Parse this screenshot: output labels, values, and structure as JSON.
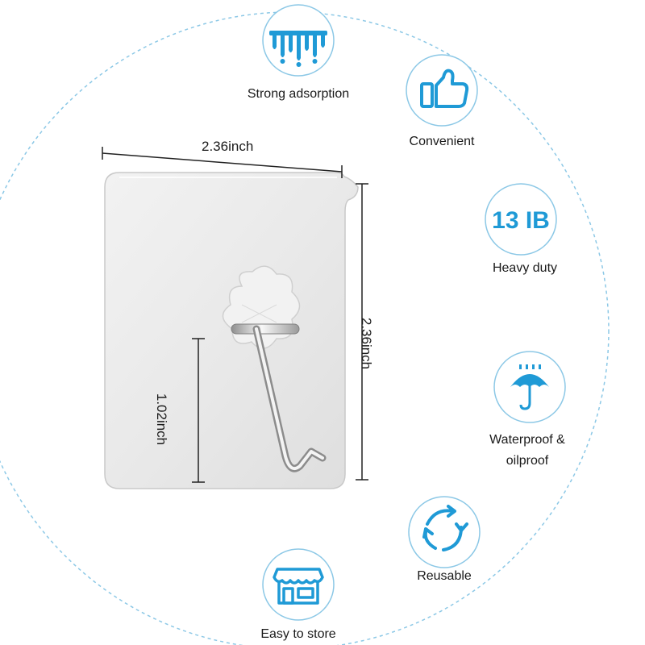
{
  "colors": {
    "accent": "#1f9ad6",
    "dashed_ring": "#8cc8e6",
    "dimension_line": "#222222",
    "hook_plate": "#e6e6e6"
  },
  "dimensions": {
    "width": "2.36inch",
    "height": "2.36inch",
    "hook": "1.02inch"
  },
  "features": [
    {
      "icon": "dripping-drops-icon",
      "label": "Strong adsorption"
    },
    {
      "icon": "thumbs-up-icon",
      "label": "Convenient"
    },
    {
      "icon": "badge-icon",
      "badge_text": "13 IB",
      "label": "Heavy duty"
    },
    {
      "icon": "umbrella-rain-icon",
      "label_line1": "Waterproof &",
      "label_line2": "oilproof"
    },
    {
      "icon": "recycle-arrows-icon",
      "label": "Reusable"
    },
    {
      "icon": "storefront-icon",
      "label": "Easy to store"
    }
  ]
}
